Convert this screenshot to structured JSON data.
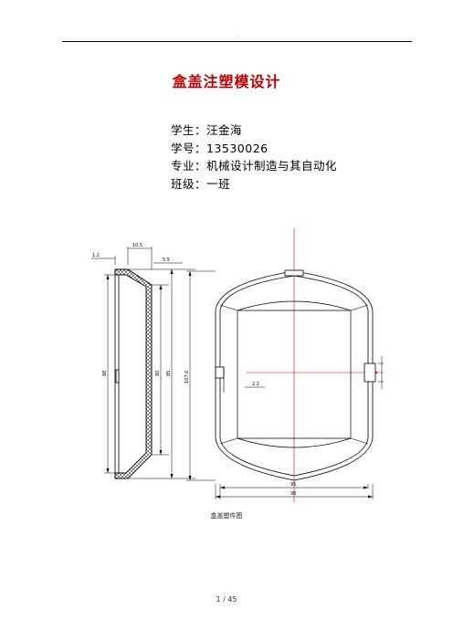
{
  "header": {
    "dot": "."
  },
  "doc": {
    "title": "盒盖注塑模设计",
    "student": "学生：汪金海",
    "student_no": "学号：13530026",
    "major": "专业：机械设计制造与其自动化",
    "class": "班级：一班"
  },
  "drawing": {
    "caption": "盒盖塑件图",
    "dims": {
      "t1": "1.2",
      "t2": "10.5",
      "t3": "5.5",
      "side_height": "88",
      "side_inner": "80",
      "side_right": "85",
      "front_height": "107.6",
      "front_inner_w": "95",
      "front_outer_w": "98",
      "front_small": "2.2"
    }
  },
  "footer": {
    "page": "1 / 45"
  }
}
